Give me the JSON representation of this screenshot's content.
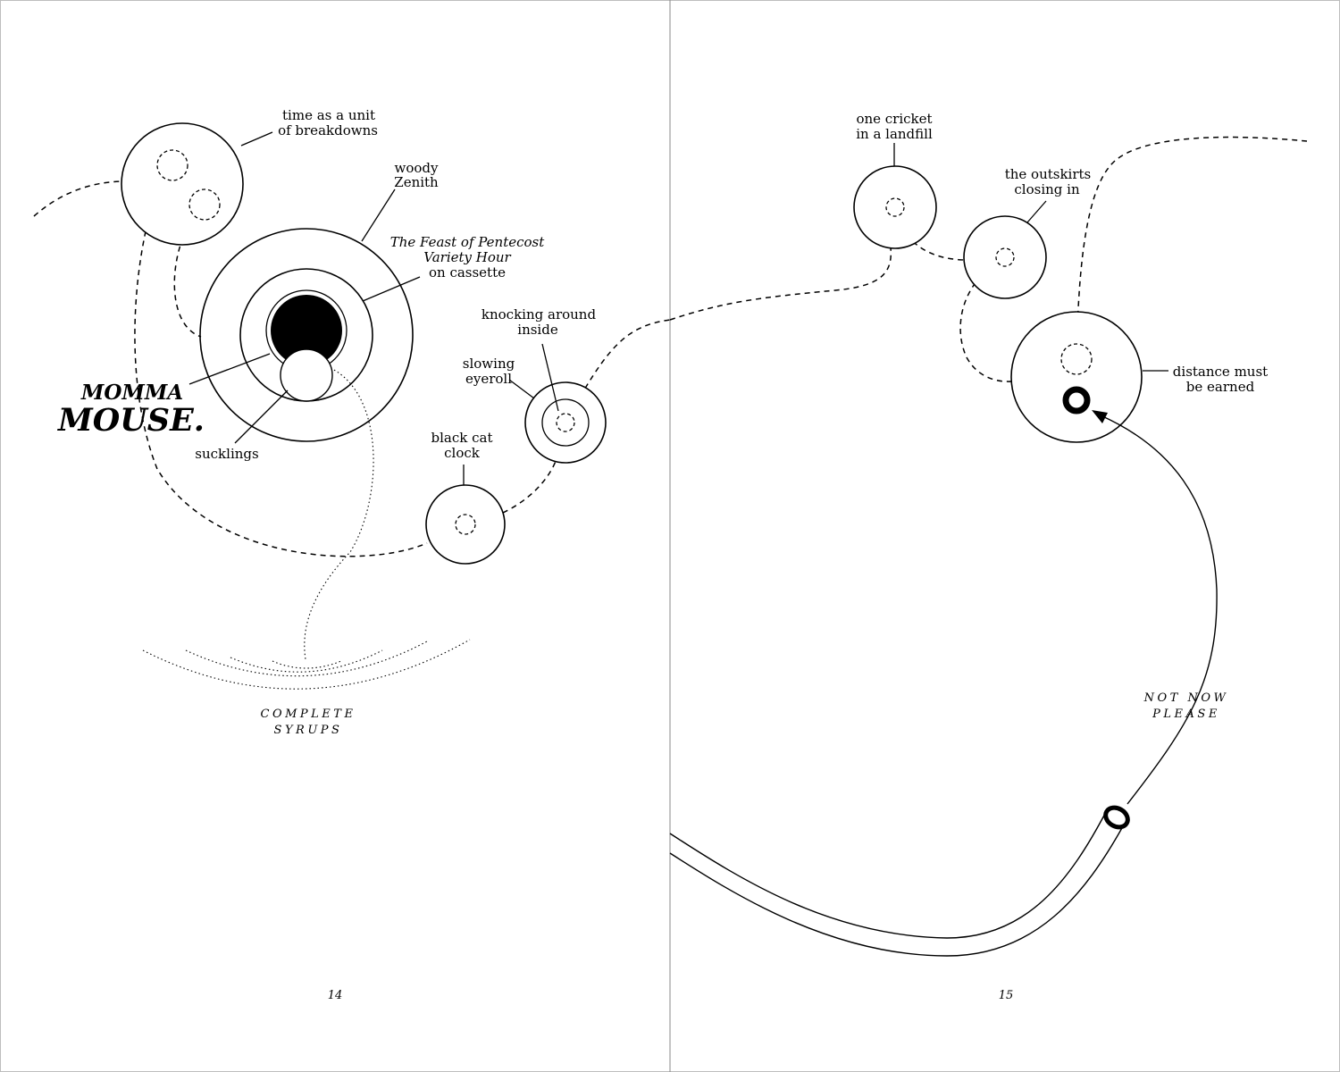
{
  "left_page": {
    "labels": {
      "time_unit": [
        "time as a unit",
        "of breakdowns"
      ],
      "woody_zenith": [
        "woody",
        "Zenith"
      ],
      "feast": [
        "The Feast of Pentecost",
        "Variety Hour",
        "on cassette"
      ],
      "knocking": [
        "knocking around",
        "inside"
      ],
      "slowing": [
        "slowing",
        "eyeroll"
      ],
      "black_cat": [
        "black cat",
        "clock"
      ],
      "sucklings": "sucklings",
      "complete_syrups": [
        "COMPLETE",
        "SYRUPS"
      ]
    },
    "title": {
      "line1": "MOMMA",
      "line2": "MOUSE."
    },
    "page_number": "14"
  },
  "right_page": {
    "labels": {
      "cricket": [
        "one cricket",
        "in a landfill"
      ],
      "outskirts": [
        "the outskirts",
        "closing in"
      ],
      "distance": [
        "distance must",
        "be earned"
      ],
      "not_now": [
        "NOT NOW",
        "PLEASE"
      ]
    },
    "page_number": "15"
  }
}
